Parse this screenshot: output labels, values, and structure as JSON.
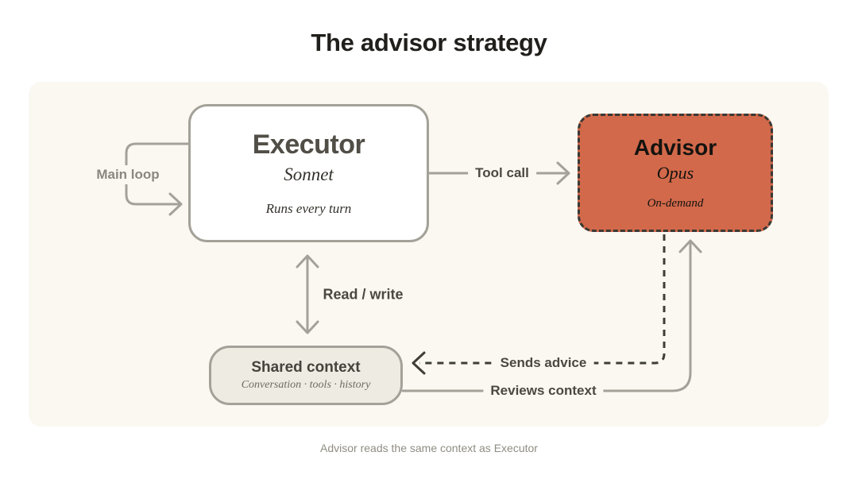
{
  "title": "The advisor strategy",
  "caption": "Advisor reads the same context as Executor",
  "nodes": {
    "executor": {
      "title": "Executor",
      "model": "Sonnet",
      "note": "Runs every turn"
    },
    "advisor": {
      "title": "Advisor",
      "model": "Opus",
      "note": "On-demand"
    },
    "shared_context": {
      "title": "Shared context",
      "subtitle": "Conversation · tools · history"
    }
  },
  "labels": {
    "main_loop": "Main loop",
    "tool_call": "Tool call",
    "read_write": "Read / write",
    "sends_advice": "Sends advice",
    "reviews_context": "Reviews context"
  },
  "colors": {
    "panel_bg": "#faf8f1",
    "advisor_fill": "#d2694b",
    "advisor_border": "#3a3833",
    "line_gray": "#a3a198",
    "dashed_dark": "#3f3d37",
    "dark_label": "#4a4840",
    "light_label": "#8a887e"
  }
}
